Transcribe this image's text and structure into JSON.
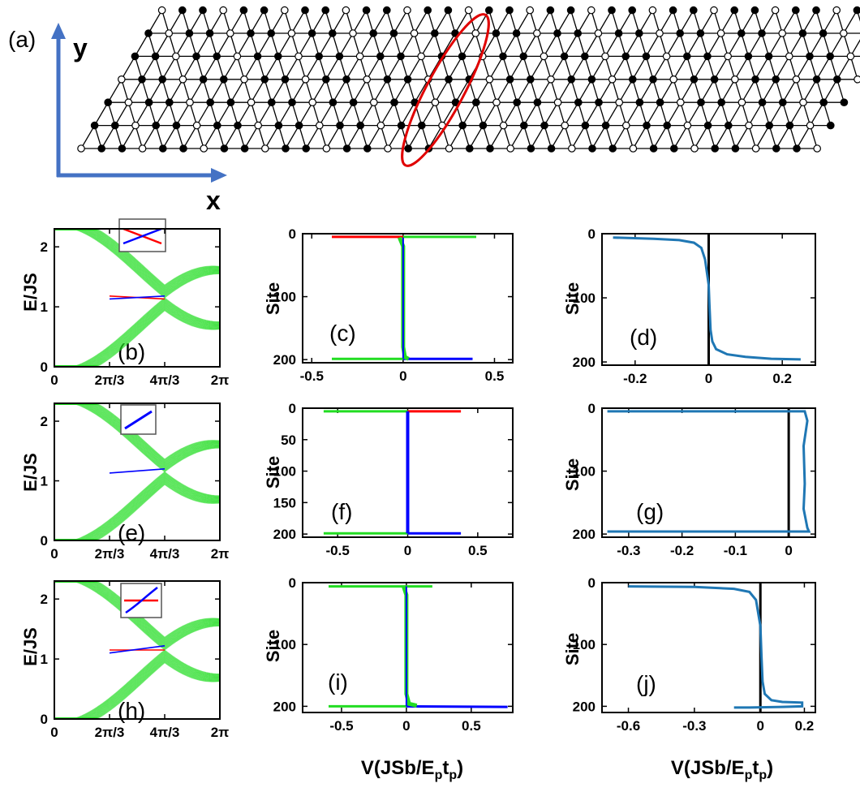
{
  "chart_data": [
    {
      "id": "a",
      "type": "other",
      "panel_label": "(a)",
      "x_axis_label": "x",
      "y_axis_label": "y",
      "colors": {
        "axis_arrow": "#4472c4",
        "highlight": "#e00000",
        "lattice": "#000000"
      }
    },
    {
      "id": "b",
      "type": "line",
      "panel_label": "(b)",
      "ylabel": "E/JS",
      "x_ticks": [
        "0",
        "2π/3",
        "4π/3",
        "2π"
      ],
      "y_ticks": [
        "0",
        "1",
        "2"
      ],
      "xlim": [
        0,
        6.2832
      ],
      "ylim": [
        0,
        2.3
      ],
      "band": "green",
      "series": [
        {
          "color": "#ff0000",
          "x": [
            2.0944,
            4.1888
          ],
          "y": [
            1.18,
            1.13
          ]
        },
        {
          "color": "#0000ff",
          "x": [
            2.0944,
            4.1888
          ],
          "y": [
            1.13,
            1.18
          ]
        }
      ],
      "inset": "cross"
    },
    {
      "id": "c",
      "type": "line",
      "panel_label": "(c)",
      "ylabel": "Site",
      "x_ticks": [
        "-0.5",
        "0",
        "0.5"
      ],
      "y_ticks": [
        "0",
        "100",
        "200"
      ],
      "xlim": [
        -0.55,
        0.6
      ],
      "ylim": [
        0,
        205
      ]
    },
    {
      "id": "d",
      "type": "line",
      "panel_label": "(d)",
      "ylabel": "Site",
      "x_ticks": [
        "-0.2",
        "0",
        "0.2"
      ],
      "y_ticks": [
        "0",
        "100",
        "200"
      ],
      "xlim": [
        -0.29,
        0.29
      ],
      "ylim": [
        0,
        205
      ]
    },
    {
      "id": "e",
      "type": "line",
      "panel_label": "(e)",
      "ylabel": "E/JS",
      "x_ticks": [
        "0",
        "2π/3",
        "4π/3",
        "2π"
      ],
      "y_ticks": [
        "0",
        "1",
        "2"
      ],
      "xlim": [
        0,
        6.2832
      ],
      "ylim": [
        0,
        2.3
      ],
      "band": "green",
      "series": [
        {
          "color": "#0000ff",
          "x": [
            2.0944,
            4.1888
          ],
          "y": [
            1.13,
            1.2
          ]
        }
      ],
      "inset": "single"
    },
    {
      "id": "f",
      "type": "line",
      "panel_label": "(f)",
      "ylabel": "Site",
      "x_ticks": [
        "-0.5",
        "0",
        "0.5"
      ],
      "y_ticks": [
        "0",
        "50",
        "100",
        "150",
        "200"
      ],
      "xlim": [
        -0.75,
        0.75
      ],
      "ylim": [
        0,
        205
      ]
    },
    {
      "id": "g",
      "type": "line",
      "panel_label": "(g)",
      "ylabel": "Site",
      "x_ticks": [
        "-0.3",
        "-0.2",
        "-0.1",
        "0"
      ],
      "y_ticks": [
        "0",
        "100",
        "200"
      ],
      "xlim": [
        -0.35,
        0.05
      ],
      "ylim": [
        0,
        205
      ]
    },
    {
      "id": "h",
      "type": "line",
      "panel_label": "(h)",
      "ylabel": "E/JS",
      "x_ticks": [
        "0",
        "2π/3",
        "4π/3",
        "2π"
      ],
      "y_ticks": [
        "0",
        "1",
        "2"
      ],
      "xlim": [
        0,
        6.2832
      ],
      "ylim": [
        0,
        2.3
      ],
      "band": "green",
      "series": [
        {
          "color": "#ff0000",
          "x": [
            2.0944,
            4.1888
          ],
          "y": [
            1.15,
            1.15
          ]
        },
        {
          "color": "#0000ff",
          "x": [
            2.0944,
            4.1888
          ],
          "y": [
            1.1,
            1.22
          ]
        }
      ],
      "inset": "twist"
    },
    {
      "id": "i",
      "type": "line",
      "panel_label": "(i)",
      "ylabel": "Site",
      "xlabel": "V(JSb/E_pt_p)",
      "x_ticks": [
        "-0.5",
        "0",
        "0.5"
      ],
      "y_ticks": [
        "0",
        "100",
        "200"
      ],
      "xlim": [
        -0.8,
        0.82
      ],
      "ylim": [
        0,
        210
      ]
    },
    {
      "id": "j",
      "type": "line",
      "panel_label": "(j)",
      "ylabel": "Site",
      "xlabel": "V(JSb/E_pt_p)",
      "x_ticks": [
        "-0.6",
        "-0.3",
        "0",
        "0.2"
      ],
      "y_ticks": [
        "0",
        "100",
        "200"
      ],
      "xlim": [
        -0.72,
        0.25
      ],
      "ylim": [
        0,
        210
      ]
    }
  ]
}
